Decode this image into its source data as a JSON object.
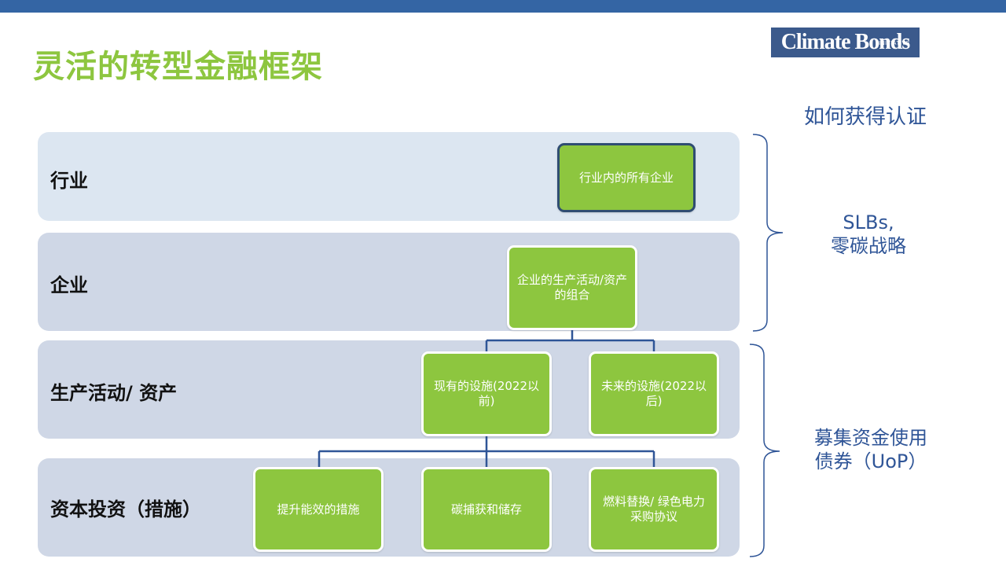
{
  "title": "灵活的转型金融框架",
  "logo": {
    "text": "Climate Bonds",
    "superscript": "INITIATIVE"
  },
  "rows": {
    "industry": "行业",
    "enterprise": "企业",
    "activity": "生产活动/ 资产",
    "capex": "资本投资（措施）"
  },
  "nodes": {
    "all_enterprises": "行业内的所有企业",
    "portfolio": "企业的生产活动/资产的组合",
    "existing": "现有的设施(2022以前)",
    "future": "未来的设施(2022以后)",
    "efficiency": "提升能效的措施",
    "ccs": "碳捕获和储存",
    "fuel_switch": "燃料替换/ 绿色电力采购协议"
  },
  "right": {
    "heading": "如何获得认证",
    "slb_line1": "SLBs,",
    "slb_line2": "零碳战略",
    "uop_line1": "募集资金使用",
    "uop_line2": "债券（UoP）"
  },
  "colors": {
    "accent_green": "#8dc63f",
    "brand_blue": "#2f5597",
    "top_bar": "#3465a4"
  }
}
